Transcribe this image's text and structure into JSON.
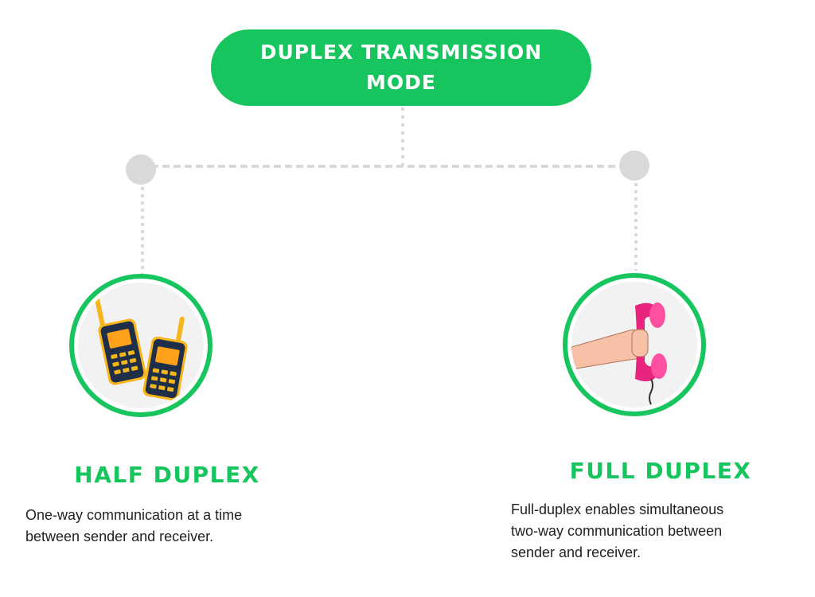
{
  "title": {
    "line1": "DUPLEX TRANSMISSION",
    "line2": "MODE"
  },
  "colors": {
    "accent": "#17c55e",
    "connector": "#d9d9d9",
    "circle_fill": "#f2f2f2"
  },
  "nodes": [
    {
      "id": "half-duplex",
      "heading": "HALF DUPLEX",
      "icon": "walkie-talkie-icon",
      "description_lines": [
        "One-way communication at a time",
        "between sender and receiver."
      ]
    },
    {
      "id": "full-duplex",
      "heading": "FULL DUPLEX",
      "icon": "telephone-handset-icon",
      "description_lines": [
        "Full-duplex enables simultaneous",
        "two-way communication between",
        "sender and receiver."
      ]
    }
  ]
}
